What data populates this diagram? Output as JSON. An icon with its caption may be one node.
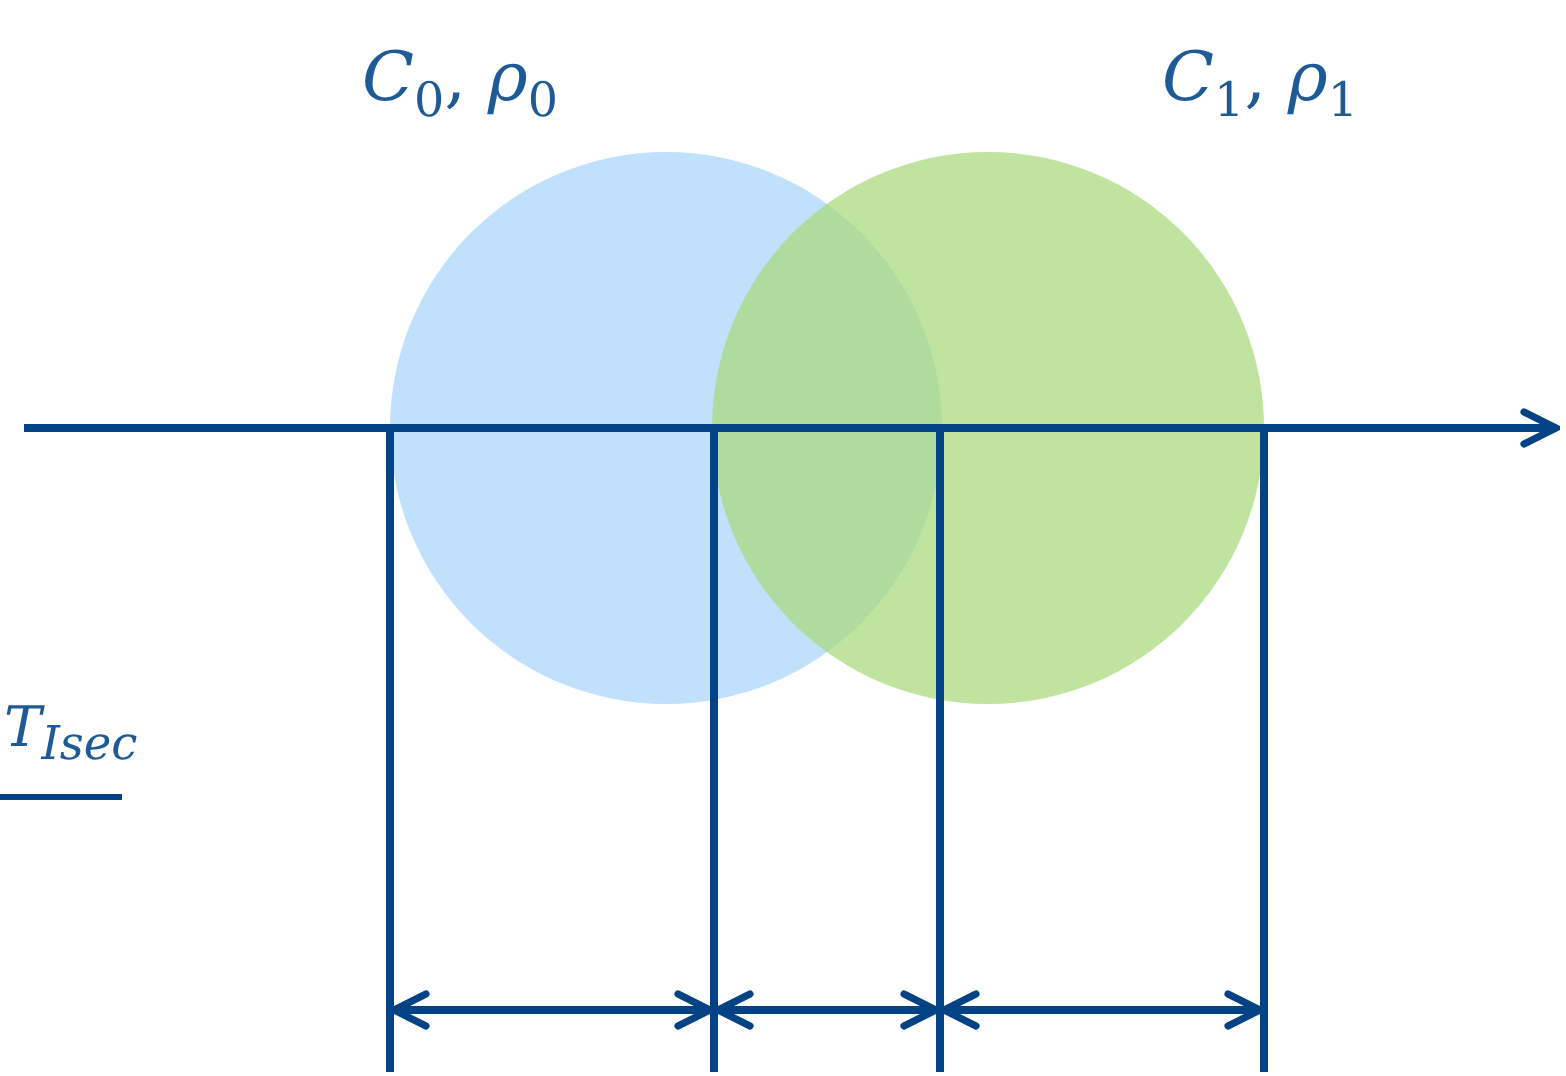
{
  "diagram": {
    "nodes": [
      {
        "text": [
          "*C*$_{0}$, *ρ*$_{0}$"
        ]
      },
      {
        "text": [
          "*C*$_{1}$, *ρ*$_{1}$"
        ]
      }
    ],
    "labels": [
      "T$_{Isec}$"
    ]
  }
}
